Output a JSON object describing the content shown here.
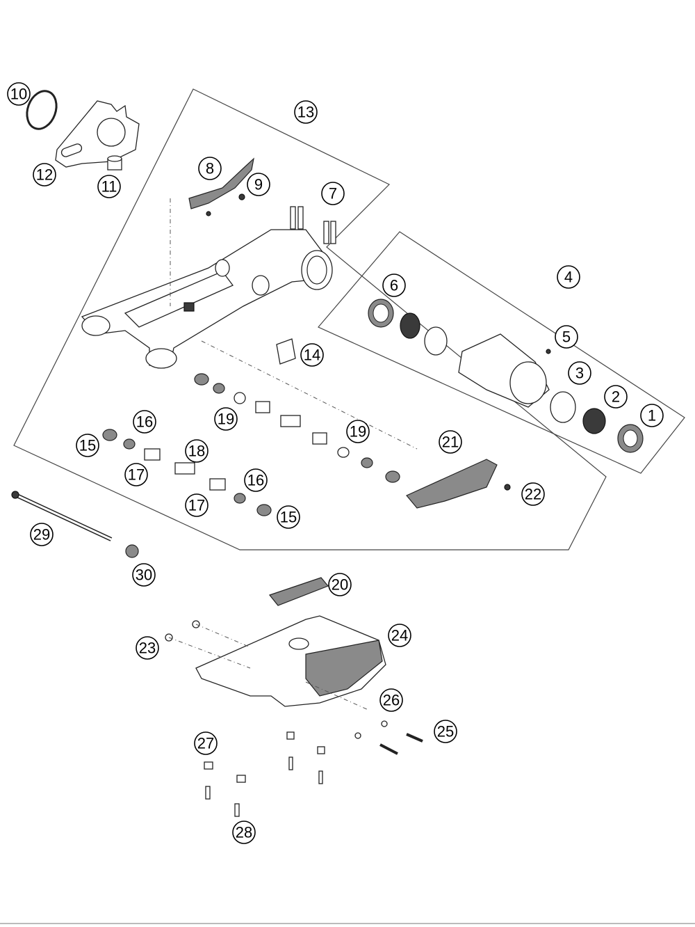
{
  "callouts": [
    {
      "id": "c1",
      "label": "1"
    },
    {
      "id": "c2",
      "label": "2"
    },
    {
      "id": "c3",
      "label": "3"
    },
    {
      "id": "c4",
      "label": "4"
    },
    {
      "id": "c5",
      "label": "5"
    },
    {
      "id": "c6",
      "label": "6"
    },
    {
      "id": "c7",
      "label": "7"
    },
    {
      "id": "c8",
      "label": "8"
    },
    {
      "id": "c9",
      "label": "9"
    },
    {
      "id": "c10",
      "label": "10"
    },
    {
      "id": "c11",
      "label": "11"
    },
    {
      "id": "c12",
      "label": "12"
    },
    {
      "id": "c13",
      "label": "13"
    },
    {
      "id": "c14",
      "label": "14"
    },
    {
      "id": "c15a",
      "label": "15"
    },
    {
      "id": "c15b",
      "label": "15"
    },
    {
      "id": "c16a",
      "label": "16"
    },
    {
      "id": "c16b",
      "label": "16"
    },
    {
      "id": "c17a",
      "label": "17"
    },
    {
      "id": "c17b",
      "label": "17"
    },
    {
      "id": "c18",
      "label": "18"
    },
    {
      "id": "c19a",
      "label": "19"
    },
    {
      "id": "c19b",
      "label": "19"
    },
    {
      "id": "c20",
      "label": "20"
    },
    {
      "id": "c21",
      "label": "21"
    },
    {
      "id": "c22",
      "label": "22"
    },
    {
      "id": "c23",
      "label": "23"
    },
    {
      "id": "c24",
      "label": "24"
    },
    {
      "id": "c25",
      "label": "25"
    },
    {
      "id": "c26",
      "label": "26"
    },
    {
      "id": "c27",
      "label": "27"
    },
    {
      "id": "c28",
      "label": "28"
    },
    {
      "id": "c29",
      "label": "29"
    },
    {
      "id": "c30",
      "label": "30"
    }
  ]
}
